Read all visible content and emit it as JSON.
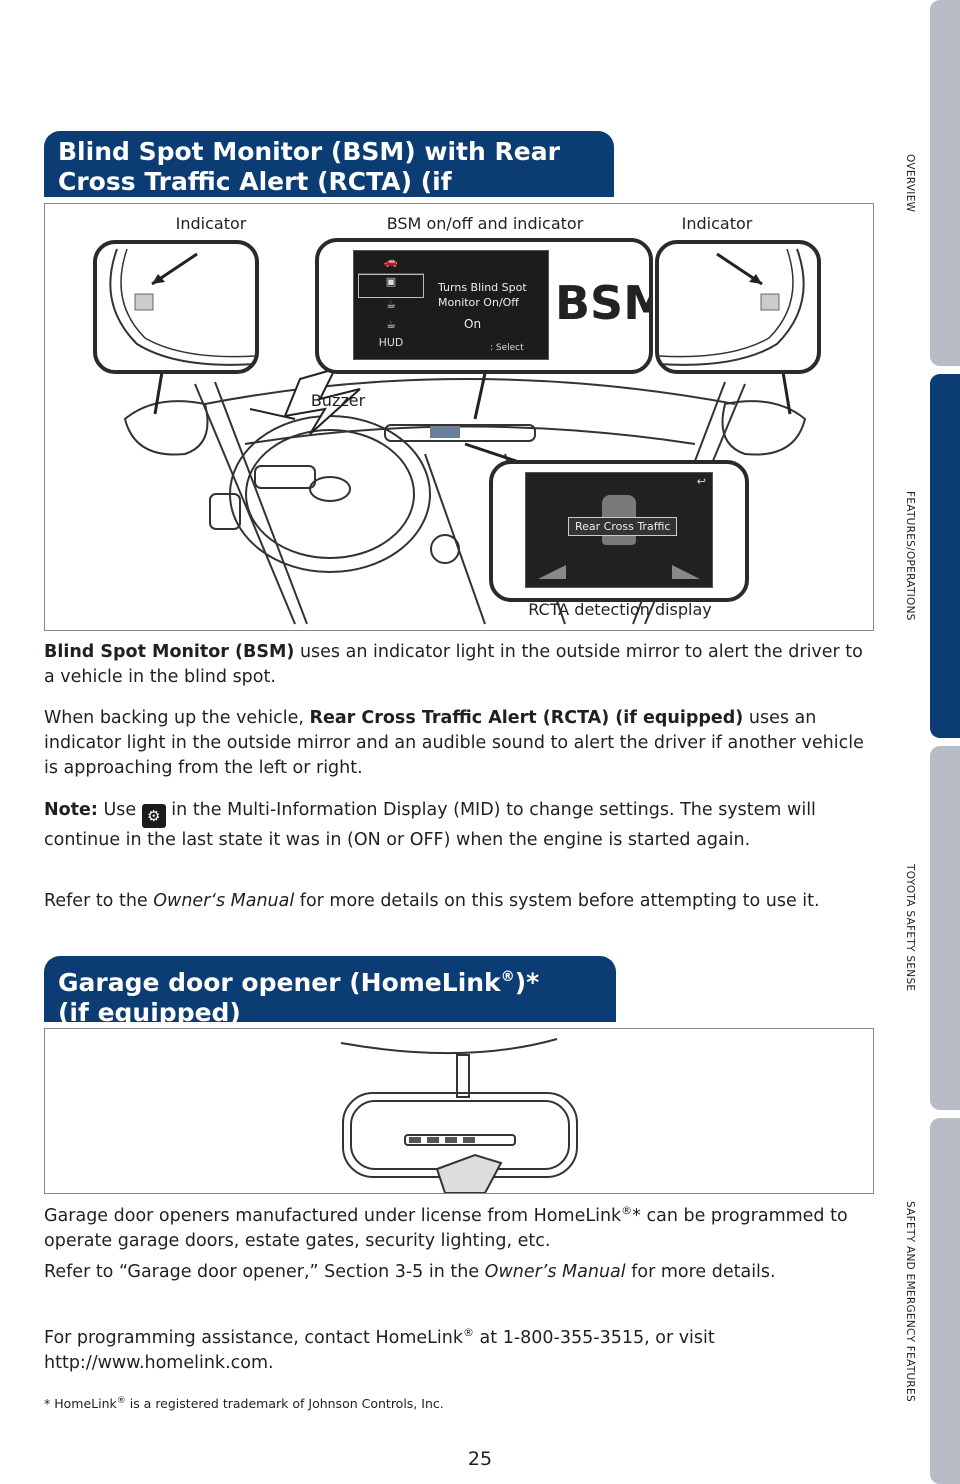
{
  "side_tabs": [
    {
      "label": "OVERVIEW",
      "active": false
    },
    {
      "label": "FEATURES/OPERATIONS",
      "active": true
    },
    {
      "label": "TOYOTA SAFETY SENSE",
      "active": false
    },
    {
      "label": "SAFETY AND EMERGENCY FEATURES",
      "active": false
    }
  ],
  "bsm": {
    "title_line1": "Blind Spot Monitor (BSM) with Rear",
    "title_line2": "Cross Traffic Alert (RCTA) (if equipped)",
    "callouts": {
      "indicator_left": "Indicator",
      "bsm_onoff": "BSM on/off and indicator",
      "indicator_right": "Indicator",
      "buzzer": "Buzzer",
      "rcta_display": "RCTA detection display"
    },
    "screen": {
      "line1": "Turns Blind Spot",
      "line2": "Monitor On/Off",
      "state": "On",
      "hud": "HUD",
      "select": ": Select",
      "big_label": "BSM",
      "rcta_label": "Rear Cross Traffic"
    },
    "p1_bold": "Blind Spot Monitor (BSM)",
    "p1_rest": " uses an indicator light in the outside mirror to alert the driver to a vehicle in the blind spot.",
    "p2_start": "When backing up the vehicle, ",
    "p2_bold": "Rear Cross Traffic Alert (RCTA) (if equipped)",
    "p2_rest": " uses an indicator light in the outside mirror and an audible sound to alert the driver if another vehicle is approaching from the left or right.",
    "note_label": "Note:",
    "note_use": " Use ",
    "note_rest": " in the Multi-Information Display (MID) to change settings. The system will continue in the last state it was in (ON or OFF) when the engine is started again.",
    "p4_start": "Refer to the ",
    "p4_italic": "Owner‘s Manual",
    "p4_rest": " for more details on this system before attempting to use it."
  },
  "garage": {
    "title_line1_a": "Garage door opener (HomeLink",
    "title_reg": "®",
    "title_line1_b": ")*",
    "title_line2": "(if equipped)",
    "p1_a": "Garage door openers manufactured under license from HomeLink",
    "p1_reg": "®",
    "p1_b": "* can be programmed to operate garage doors, estate gates, security lighting, etc.",
    "p2_a": "Refer to “Garage door opener,” Section 3-5 in the ",
    "p2_italic": "Owner’s Manual",
    "p2_b": " for more details.",
    "p3_a": "For programming assistance, contact HomeLink",
    "p3_reg": "®",
    "p3_b": " at 1-800-355-3515, or visit http://www.homelink.com."
  },
  "footnote_a": "* HomeLink",
  "footnote_reg": "®",
  "footnote_b": " is a registered trademark of Johnson Controls, Inc.",
  "page_number": "25"
}
